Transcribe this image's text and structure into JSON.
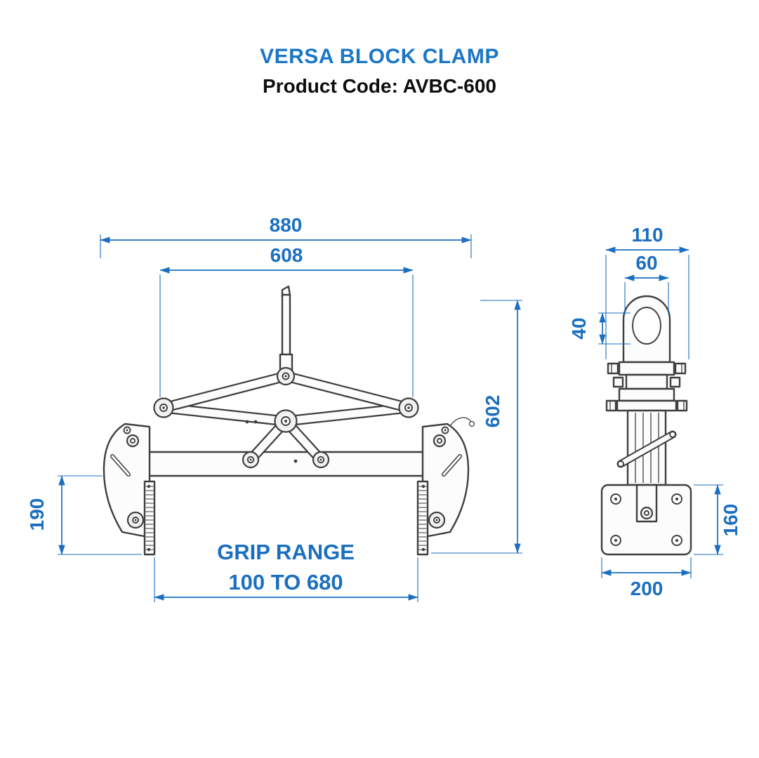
{
  "header": {
    "title": "VERSA BLOCK CLAMP",
    "product_label": "Product Code:",
    "product_code": "AVBC-600"
  },
  "colors": {
    "dimension_blue": "#1b6fc0",
    "title_blue": "#1b76c8",
    "drawing_line": "#3f3f3f",
    "background": "#ffffff"
  },
  "front_view": {
    "dimensions": {
      "overall_width": "880",
      "upper_pivot_span": "608",
      "overall_height": "602",
      "jaw_pad_height": "190",
      "grip_range_label": "GRIP RANGE",
      "grip_range_value": "100 TO 680"
    }
  },
  "side_view": {
    "dimensions": {
      "head_width": "110",
      "eye_width": "60",
      "eye_hole_height": "40",
      "base_plate_height": "160",
      "base_plate_width": "200"
    }
  }
}
